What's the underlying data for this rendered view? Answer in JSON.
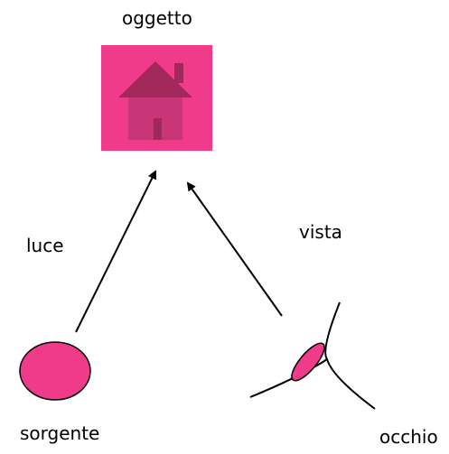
{
  "labels": {
    "object": "oggetto",
    "light": "luce",
    "view": "vista",
    "source": "sorgente",
    "eye": "occhio"
  },
  "colors": {
    "object_bg": "#f03a8a",
    "house_roof": "#a0285a",
    "house_body": "#c83678",
    "house_door": "#a0285a",
    "source_fill": "#f03a8a",
    "eye_fill": "#f03a8a",
    "line": "#000000"
  },
  "icons": {
    "object": "house-icon",
    "source": "light-source-ellipse",
    "eye": "eye-icon"
  }
}
